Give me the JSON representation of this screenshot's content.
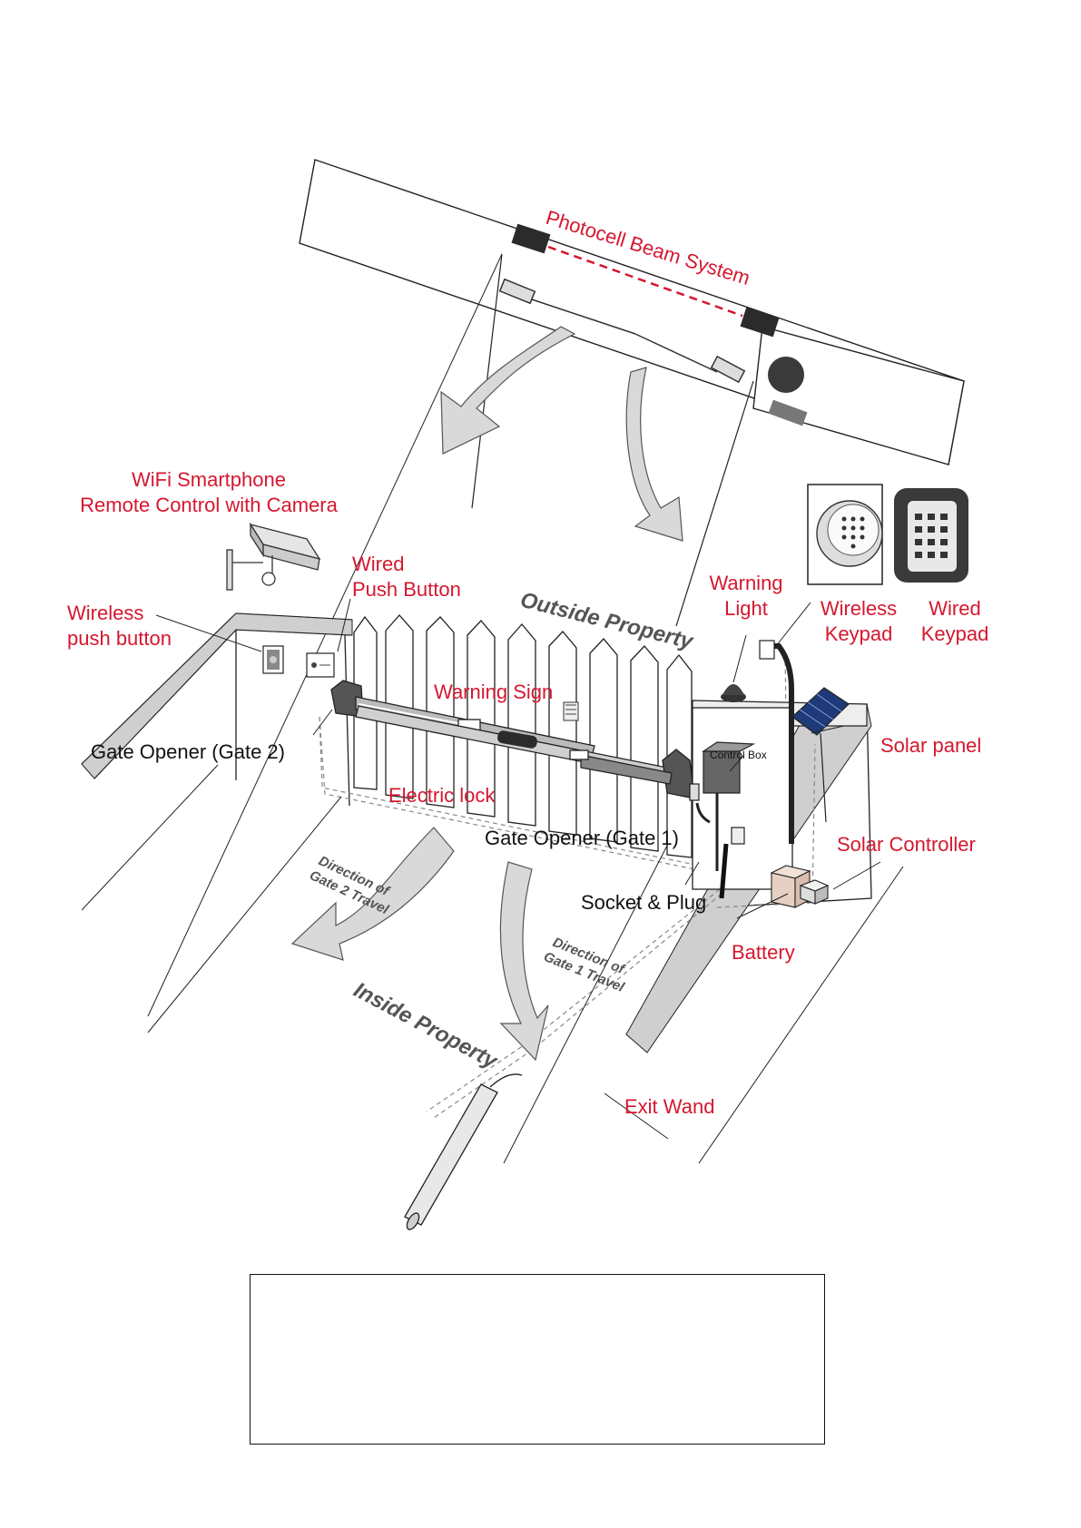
{
  "labels": {
    "photocell": "Photocell Beam System",
    "wifi_line1": "WiFi Smartphone",
    "wifi_line2": "Remote Control with Camera",
    "wired_push_line1": "Wired",
    "wired_push_line2": "Push Button",
    "wireless_push_line1": "Wireless",
    "wireless_push_line2": "push button",
    "outside": "Outside Property",
    "inside": "Inside Property",
    "warning_light_line1": "Warning",
    "warning_light_line2": "Light",
    "wireless_keypad_line1": "Wireless",
    "wireless_keypad_line2": "Keypad",
    "wired_keypad_line1": "Wired",
    "wired_keypad_line2": "Keypad",
    "warning_sign": "Warning Sign",
    "gate_opener_2": "Gate Opener (Gate 2)",
    "control_box": "Control Box",
    "solar_panel": "Solar panel",
    "electric_lock": "Electric lock",
    "gate_opener_1": "Gate Opener (Gate 1)",
    "solar_controller": "Solar Controller",
    "socket_plug": "Socket & Plug",
    "battery": "Battery",
    "dir2_line1": "Direction of",
    "dir2_line2": "Gate 2 Travel",
    "dir1_line1": "Direction of",
    "dir1_line2": "Gate 1 Travel",
    "exit_wand": "Exit Wand"
  },
  "colors": {
    "label_red": "#d5172f",
    "label_black": "#111111",
    "arrow_fill": "#d9d9d9",
    "device_dark": "#2b2b2b"
  },
  "icons": [
    "camera-icon",
    "keypad-icon",
    "solar-panel-icon",
    "warning-light-icon",
    "battery-icon"
  ]
}
